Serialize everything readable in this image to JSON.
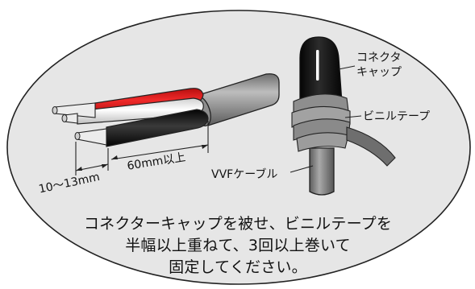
{
  "colors": {
    "background": "#ffffff",
    "ellipse_fill": "#e6e6e6",
    "outline": "#222222",
    "red_insulation": "#e01a1a",
    "black_insulation": "#141414",
    "white_insulation": "#f4f4f4",
    "sheath_gray": "#9a9a9a",
    "conductor_copper": "#e8e8e8",
    "connector_cap": "#151515",
    "vinyl_tape": "#8c8c8c"
  },
  "labels": {
    "connector_cap": [
      "コネクタ",
      "キャップ"
    ],
    "vinyl_tape": "ビニルテープ",
    "vvf_cable": "VVFケーブル",
    "strip_length_range": "10〜13mm",
    "sheath_length": "60mm以上"
  },
  "instructions": {
    "line1": "コネクターキャップを被せ、ビニルテープを",
    "line2": "半幅以上重ねて、3回以上巻いて",
    "line3": "固定してください。"
  }
}
